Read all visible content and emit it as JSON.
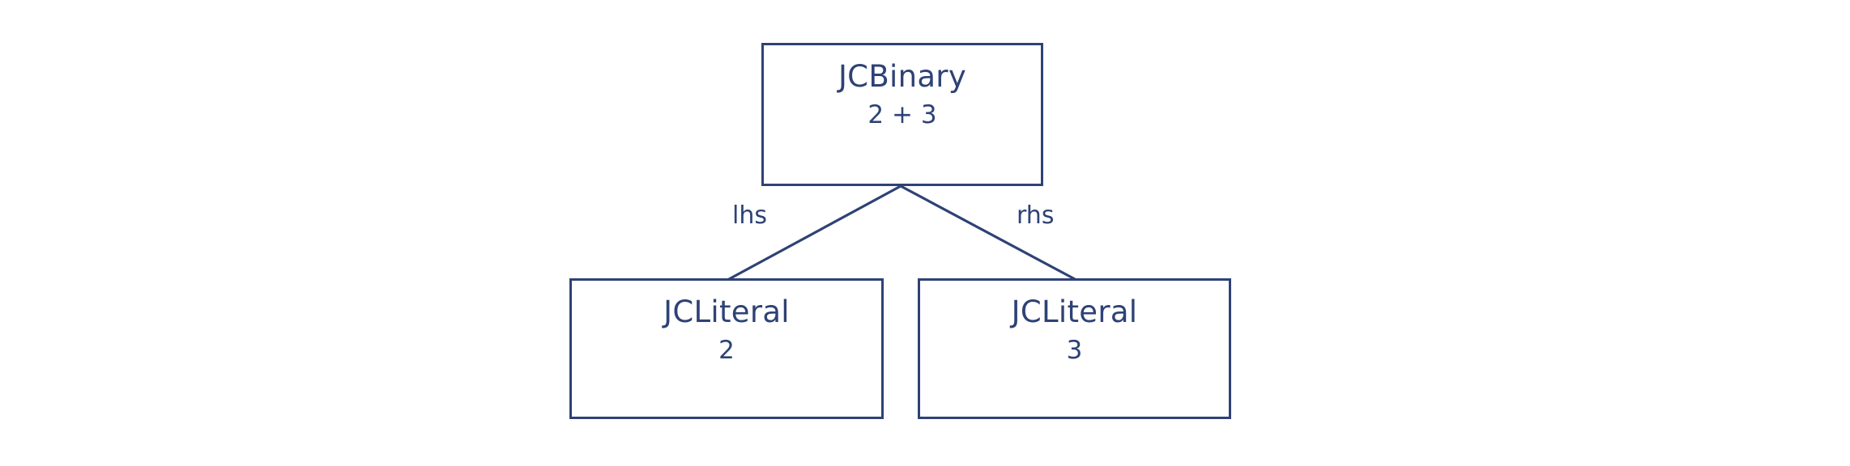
{
  "diagram": {
    "type": "ast-tree",
    "background_color": "#ffffff",
    "stroke_color": "#2e4275",
    "text_color": "#2e4275",
    "nodes": [
      {
        "id": "root",
        "title": "JCBinary",
        "subtitle": "2 + 3"
      },
      {
        "id": "lhs",
        "title": "JCLiteral",
        "subtitle": "2"
      },
      {
        "id": "rhs",
        "title": "JCLiteral",
        "subtitle": "3"
      }
    ],
    "edges": [
      {
        "id": "edge-lhs",
        "from": "root",
        "to": "lhs",
        "label": "lhs"
      },
      {
        "id": "edge-rhs",
        "from": "root",
        "to": "rhs",
        "label": "rhs"
      }
    ]
  }
}
